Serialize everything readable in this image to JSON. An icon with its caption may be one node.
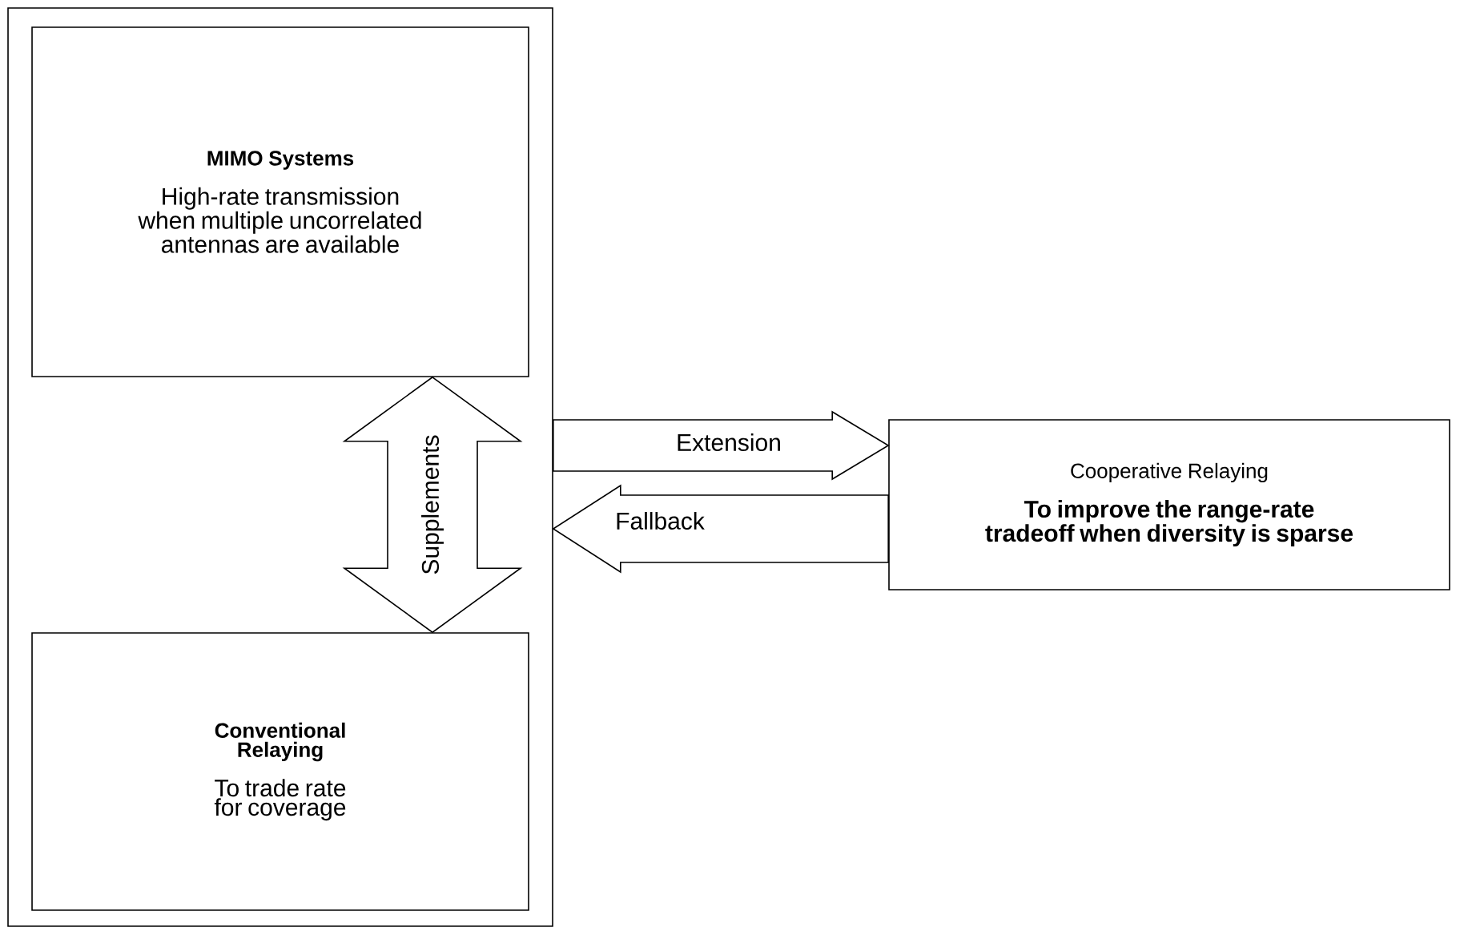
{
  "diagram": {
    "nodes": [
      {
        "text": [],
        "shape": "box"
      },
      {
        "text": [
          "MIMO Systems",
          "High-rate transmission when multiple uncorrelated antennas are available"
        ],
        "in": 0
      },
      {
        "text": [
          "Conventional Relaying",
          "To trade rate for coverage"
        ],
        "in": 0
      },
      {
        "text": [
          "Cooperative Relaying",
          "To improve the range-rate tradeoff when diversity is sparse"
        ]
      }
    ],
    "edges": [
      {
        "from": 1,
        "to": 2,
        "arrow": "both",
        "label": "Supplements"
      },
      {
        "from": 0,
        "to": 3,
        "arrow": "to",
        "label": "Extension"
      },
      {
        "from": 3,
        "to": 0,
        "arrow": "to",
        "label": "Fallback"
      }
    ]
  }
}
